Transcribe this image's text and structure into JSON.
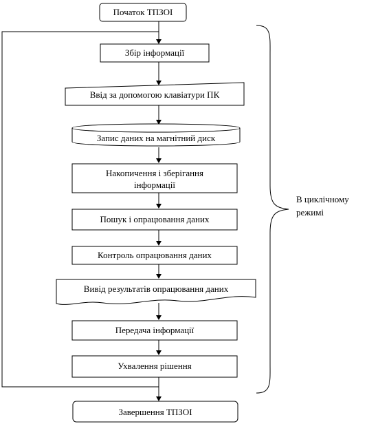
{
  "flowchart": {
    "nodes": {
      "start": "Початок ТПЗОІ",
      "collect": "Збір інформації",
      "keyboard_input": "Ввід за допомогою клавіатури  ПК",
      "disk_write": "Запис даних на магнітний диск",
      "accumulate_line1": "Накопичення і зберігання",
      "accumulate_line2": "інформації",
      "search_process": "Пошук  і опрацювання даних",
      "control": "Контроль опрацювання даних",
      "output_results": "Вивід результатів  опрацювання даних",
      "transmit": "Передача інформації",
      "decision": "Ухвалення рішення",
      "end": "Завершення ТПЗОІ"
    },
    "brace_label_line1": "В циклічному",
    "brace_label_line2": "режимі"
  }
}
